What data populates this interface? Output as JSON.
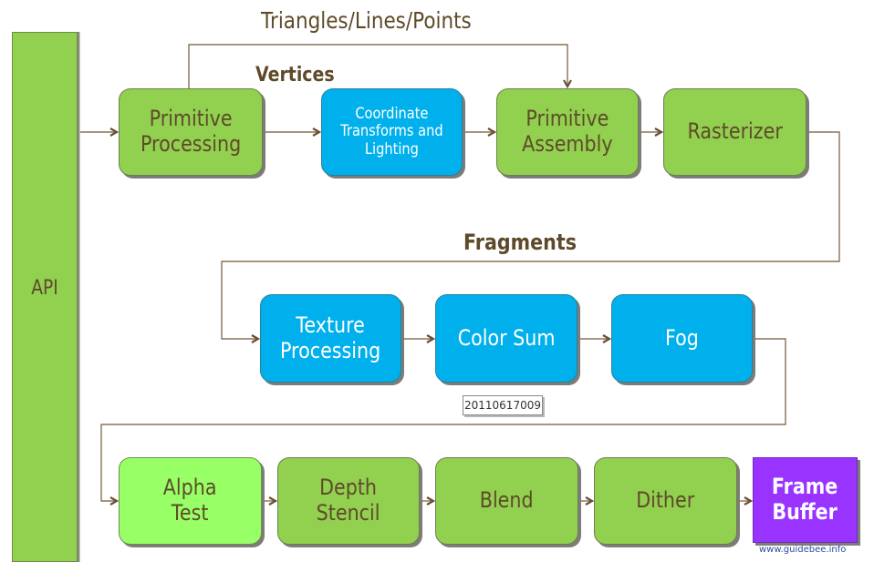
{
  "diagram": {
    "title": "Fixed-function graphics pipeline",
    "source": {
      "label": "API"
    },
    "edge_labels": {
      "primitives": "Triangles/Lines/Points",
      "vertices": "Vertices",
      "fragments": "Fragments"
    },
    "rows": [
      {
        "stages": [
          {
            "id": "primitive-processing",
            "label": "Primitive\nProcessing",
            "color": "#92d050"
          },
          {
            "id": "coordinate-transforms",
            "label": "Coordinate\nTransforms and\nLighting",
            "color": "#00b0ec"
          },
          {
            "id": "primitive-assembly",
            "label": "Primitive\nAssembly",
            "color": "#92d050"
          },
          {
            "id": "rasterizer",
            "label": "Rasterizer",
            "color": "#92d050"
          }
        ]
      },
      {
        "stages": [
          {
            "id": "texture-processing",
            "label": "Texture\nProcessing",
            "color": "#00b0ec"
          },
          {
            "id": "color-sum",
            "label": "Color Sum",
            "color": "#00b0ec"
          },
          {
            "id": "fog",
            "label": "Fog",
            "color": "#00b0ec"
          }
        ]
      },
      {
        "stages": [
          {
            "id": "alpha-test",
            "label": "Alpha\nTest",
            "color": "#99ff66"
          },
          {
            "id": "depth-stencil",
            "label": "Depth\nStencil",
            "color": "#92d050"
          },
          {
            "id": "blend",
            "label": "Blend",
            "color": "#92d050"
          },
          {
            "id": "dither",
            "label": "Dither",
            "color": "#92d050"
          },
          {
            "id": "frame-buffer",
            "label": "Frame\nBuffer",
            "color": "#9933ff"
          }
        ]
      }
    ],
    "edges": [
      [
        "API",
        "Primitive Processing"
      ],
      [
        "Primitive Processing",
        "Coordinate Transforms and Lighting"
      ],
      [
        "Primitive Processing",
        "Primitive Assembly"
      ],
      [
        "Coordinate Transforms and Lighting",
        "Primitive Assembly"
      ],
      [
        "Primitive Assembly",
        "Rasterizer"
      ],
      [
        "Rasterizer",
        "Texture Processing"
      ],
      [
        "Texture Processing",
        "Color Sum"
      ],
      [
        "Color Sum",
        "Fog"
      ],
      [
        "Fog",
        "Alpha Test"
      ],
      [
        "Alpha Test",
        "Depth Stencil"
      ],
      [
        "Depth Stencil",
        "Blend"
      ],
      [
        "Blend",
        "Dither"
      ],
      [
        "Dither",
        "Frame Buffer"
      ]
    ],
    "line_color": "#7a6048"
  },
  "tooltip": {
    "text": "20110617009"
  },
  "watermark": {
    "text": "www.guidebee.info"
  }
}
